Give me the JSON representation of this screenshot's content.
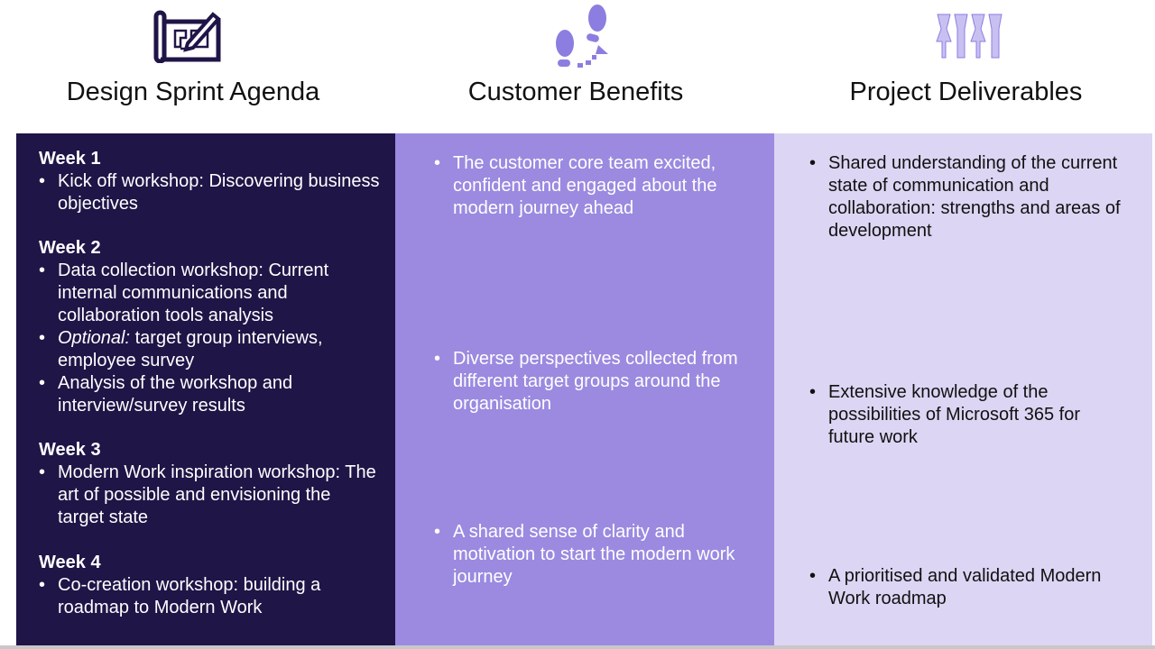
{
  "columns": [
    {
      "title": "Design Sprint Agenda",
      "icon": "blueprint-pencil-icon"
    },
    {
      "title": "Customer Benefits",
      "icon": "footsteps-icon"
    },
    {
      "title": "Project Deliverables",
      "icon": "people-celebrating-icon"
    }
  ],
  "agenda": [
    {
      "week": "Week 1",
      "items": [
        {
          "text": "Kick off workshop: Discovering business objectives"
        }
      ]
    },
    {
      "week": "Week 2",
      "items": [
        {
          "text": "Data collection workshop: Current internal communications and collaboration tools analysis"
        },
        {
          "prefix": "Optional:",
          "text": " target group interviews, employee survey"
        },
        {
          "text": "Analysis of the workshop and interview/survey results"
        }
      ]
    },
    {
      "week": "Week 3",
      "items": [
        {
          "text": "Modern Work inspiration workshop: The art of possible and envisioning the target state"
        }
      ]
    },
    {
      "week": "Week 4",
      "items": [
        {
          "text": "Co-creation workshop: building a roadmap to Modern Work"
        }
      ]
    }
  ],
  "benefits": [
    "The customer core team excited, confident and engaged about the modern journey ahead",
    "Diverse perspectives collected from different target groups around the organisation",
    "A shared sense of clarity and motivation to start the modern work journey"
  ],
  "deliverables": [
    "Shared understanding of the current state of communication and collaboration: strengths and areas of development",
    "Extensive knowledge of the possibilities of Microsoft 365 for future work",
    "A prioritised and validated Modern Work roadmap"
  ],
  "colors": {
    "dark": "#1f1547",
    "mid": "#9b8ae0",
    "light": "#dcd5f3"
  }
}
